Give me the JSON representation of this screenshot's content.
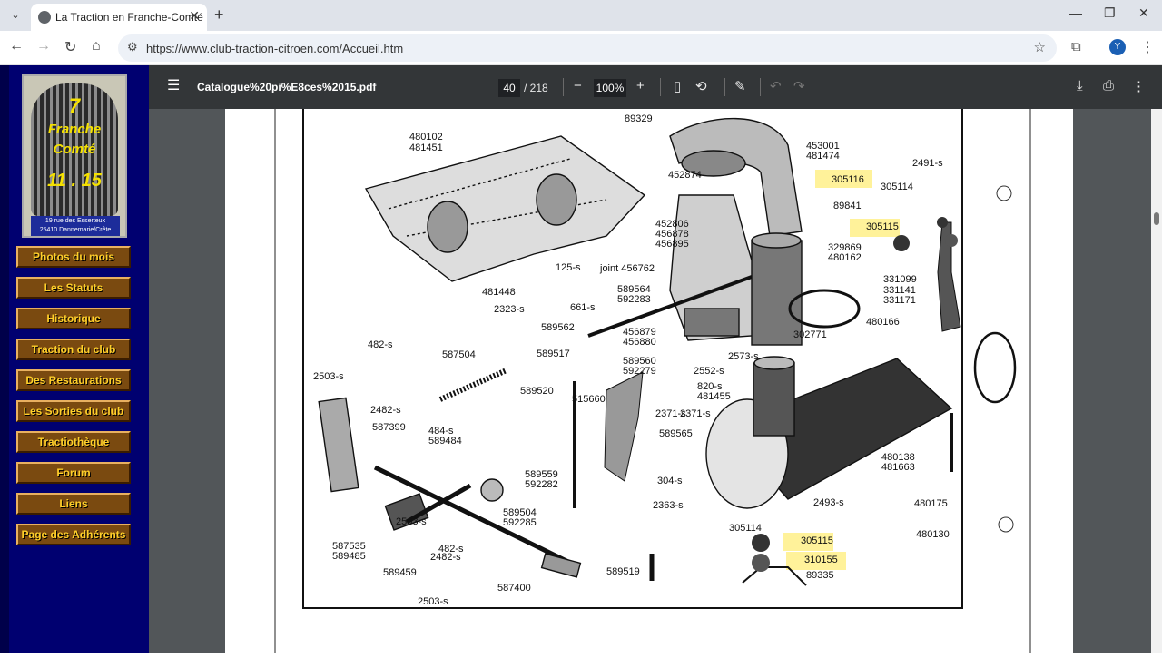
{
  "browser": {
    "tab_title": "La Traction en Franche-Comté",
    "url": "https://www.club-traction-citroen.com/Accueil.htm",
    "profile_initial": "Y",
    "window_controls": [
      "minimize-icon",
      "restore-icon",
      "close-icon"
    ]
  },
  "sidebar": {
    "logo": {
      "number_top": "7",
      "line1": "Franche",
      "line2": "Comté",
      "number_bottom": "11 . 15",
      "address_line1": "19 rue des Esserteux",
      "address_line2": "25410 Dannemarie/Crête"
    },
    "items": [
      {
        "label": "Photos du mois"
      },
      {
        "label": "Les Statuts"
      },
      {
        "label": "Historique"
      },
      {
        "label": "Traction du club"
      },
      {
        "label": "Des Restaurations"
      },
      {
        "label": "Les Sorties du club"
      },
      {
        "label": "Tractiothèque"
      },
      {
        "label": "Forum"
      },
      {
        "label": "Liens"
      },
      {
        "label": "Page des Adhérents"
      }
    ]
  },
  "pdf": {
    "filename": "Catalogue%20pi%E8ces%2015.pdf",
    "current_page": "40",
    "total_pages": "/ 218",
    "zoom": "100%"
  },
  "diagram": {
    "part_numbers": [
      "89329",
      "453001",
      "481474",
      "480102",
      "481451",
      "452874",
      "305116",
      "2491-s",
      "305114",
      "89841",
      "305115",
      "452806",
      "456878",
      "456895",
      "329869",
      "480162",
      "125-s",
      "joint 456762",
      "331099",
      "331141",
      "331171",
      "481448",
      "589564",
      "592283",
      "2323-s",
      "661-s",
      "302771",
      "480166",
      "589562",
      "456879",
      "456880",
      "482-s",
      "587504",
      "589517",
      "589560",
      "592279",
      "2573-s",
      "2503-s",
      "2552-s",
      "589520",
      "515660",
      "820-s",
      "481455",
      "2482-s",
      "2371-s",
      "2371-s",
      "587399",
      "484-s",
      "589484",
      "589565",
      "480138",
      "481663",
      "589559",
      "592282",
      "304-s",
      "2363-s",
      "2493-s",
      "480175",
      "589504",
      "592285",
      "2503-s",
      "305114",
      "305115",
      "480130",
      "587535",
      "589485",
      "482-s",
      "2482-s",
      "310155",
      "89335",
      "589459",
      "589519",
      "587400",
      "2503-s"
    ],
    "highlighted": [
      "305116",
      "305115",
      "305115",
      "310155"
    ],
    "highlight_color": "#fff29a"
  }
}
